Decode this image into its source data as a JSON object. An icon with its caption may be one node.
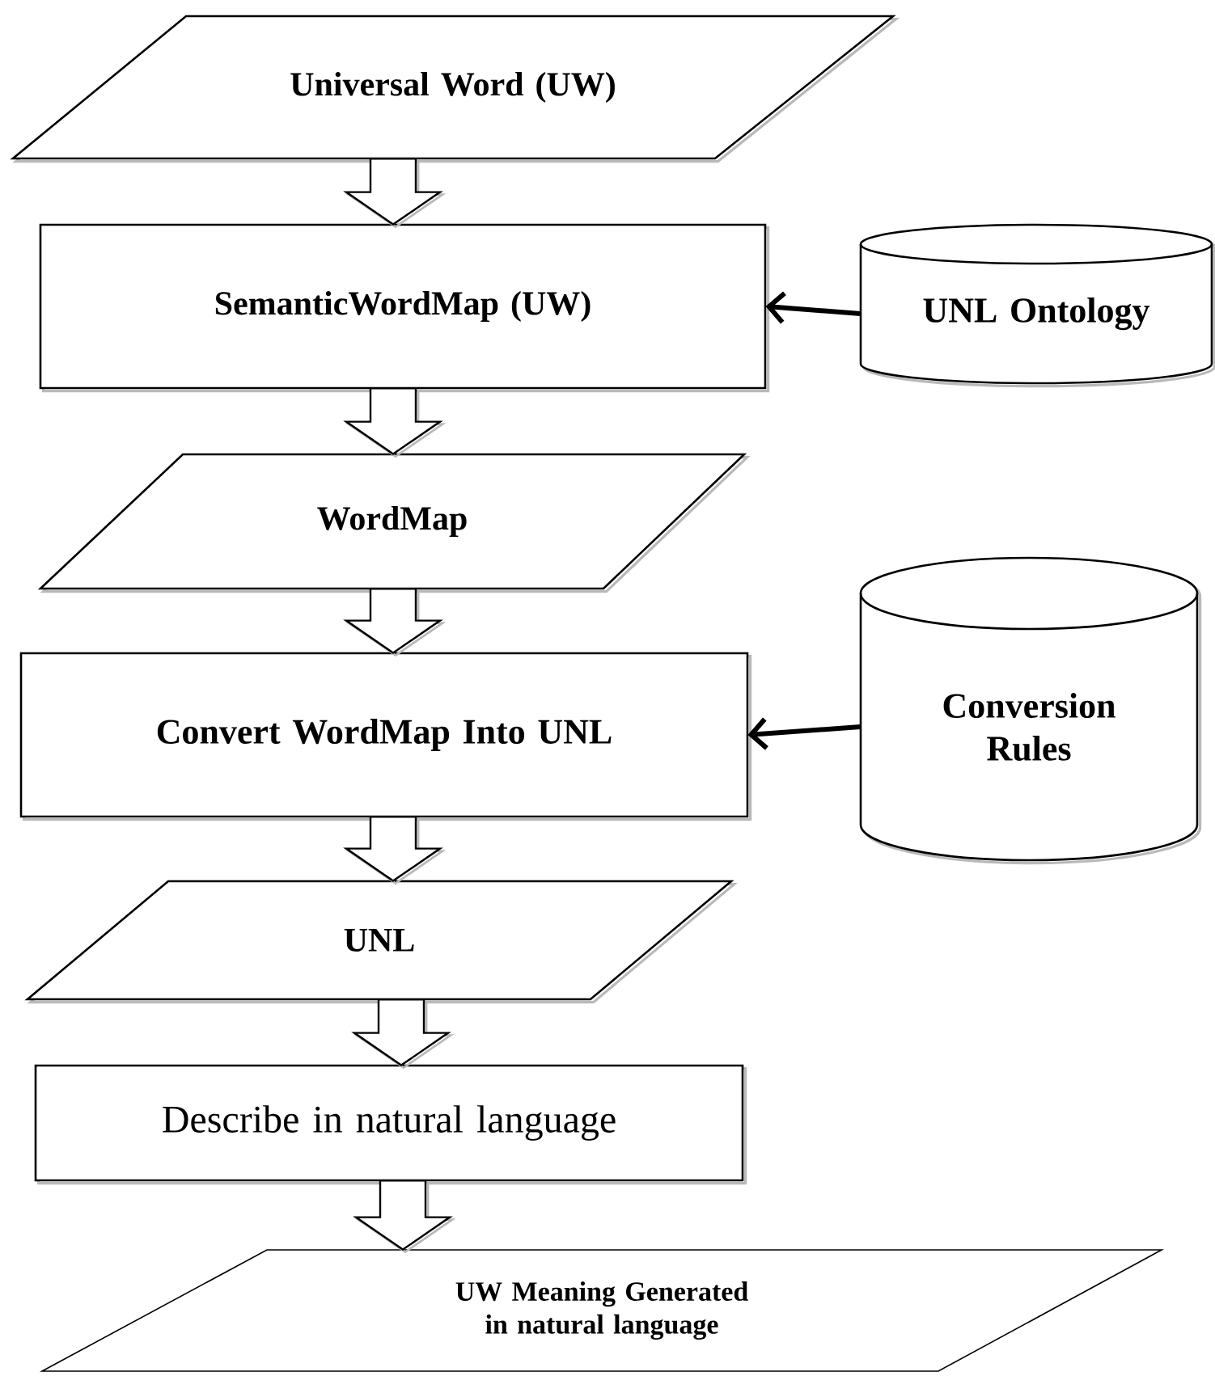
{
  "diagram": {
    "nodes": [
      {
        "text": [
          "Universal Word (UW)"
        ]
      },
      {
        "text": [
          "SemanticWordMap (UW)"
        ]
      },
      {
        "text": [
          "UNL Ontology"
        ]
      },
      {
        "text": [
          "WordMap"
        ]
      },
      {
        "text": [
          "Convert WordMap Into UNL"
        ]
      },
      {
        "text": [
          "Conversion Rules"
        ]
      },
      {
        "text": [
          "UNL"
        ]
      },
      {
        "text": [
          "Describe in natural language"
        ]
      },
      {
        "text": [
          "UW Meaning Generated in natural language"
        ]
      }
    ],
    "edges": [
      {
        "from": 0,
        "to": 1,
        "arrow": "to"
      },
      {
        "from": 2,
        "to": 1,
        "arrow": "to"
      },
      {
        "from": 1,
        "to": 3,
        "arrow": "to"
      },
      {
        "from": 3,
        "to": 4,
        "arrow": "to"
      },
      {
        "from": 5,
        "to": 4,
        "arrow": "to"
      },
      {
        "from": 4,
        "to": 6,
        "arrow": "to"
      },
      {
        "from": 6,
        "to": 7,
        "arrow": "to"
      },
      {
        "from": 7,
        "to": 8,
        "arrow": "to"
      }
    ]
  }
}
